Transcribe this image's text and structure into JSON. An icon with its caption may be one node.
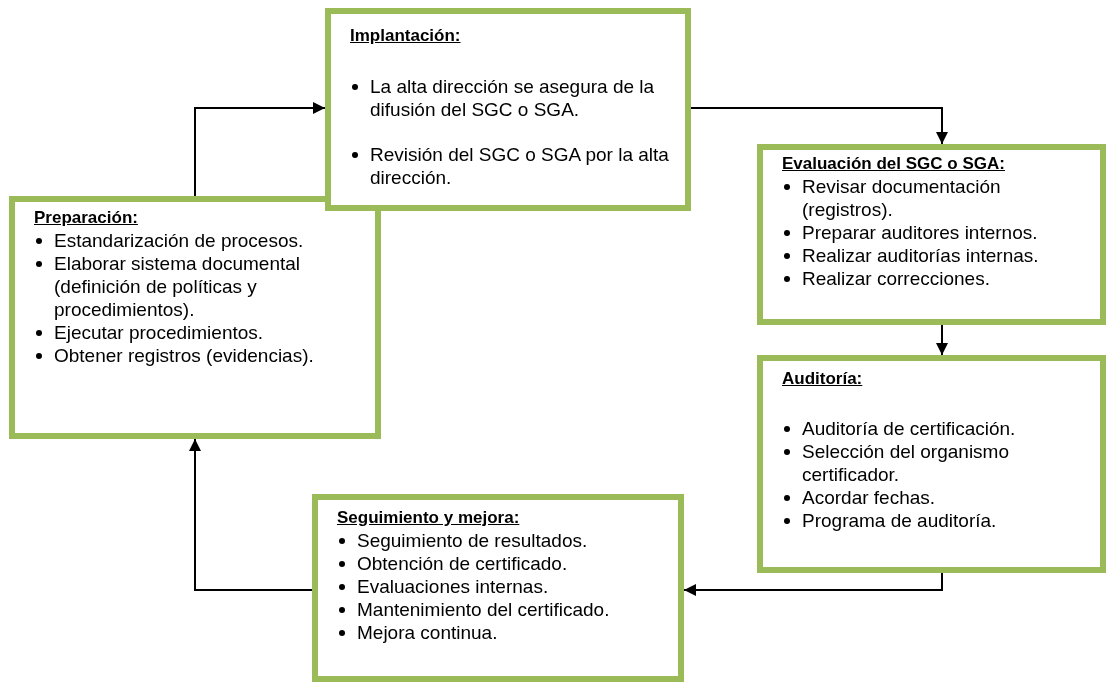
{
  "diagram": {
    "nodes": [
      {
        "text": [
          "Implantación:",
          "La alta dirección se asegura de la difusión del SGC o SGA.",
          "Revisión del SGC o SGA por la alta dirección."
        ]
      },
      {
        "text": [
          "Preparación:",
          "Estandarización de procesos.",
          "Elaborar sistema documental (definición de políticas y procedimientos).",
          "Ejecutar procedimientos.",
          "Obtener registros (evidencias)."
        ]
      },
      {
        "text": [
          "Evaluación del SGC o SGA:",
          "Revisar documentación (registros).",
          "Preparar auditores internos.",
          "Realizar auditorías internas.",
          "Realizar correcciones."
        ]
      },
      {
        "text": [
          "Auditoría:",
          "Auditoría de certificación.",
          "Selección del organismo certificador.",
          "Acordar fechas.",
          "Programa de auditoría."
        ]
      },
      {
        "text": [
          "Seguimiento y mejora:",
          "Seguimiento de resultados.",
          "Obtención de certificado.",
          "Evaluaciones internas.",
          "Mantenimiento del certificado.",
          "Mejora continua."
        ]
      }
    ],
    "edges": [
      {
        "from": 1,
        "to": 0,
        "arrow": "to"
      },
      {
        "from": 0,
        "to": 2,
        "arrow": "to"
      },
      {
        "from": 2,
        "to": 3,
        "arrow": "to"
      },
      {
        "from": 3,
        "to": 4,
        "arrow": "to"
      },
      {
        "from": 4,
        "to": 1,
        "arrow": "to"
      }
    ]
  }
}
